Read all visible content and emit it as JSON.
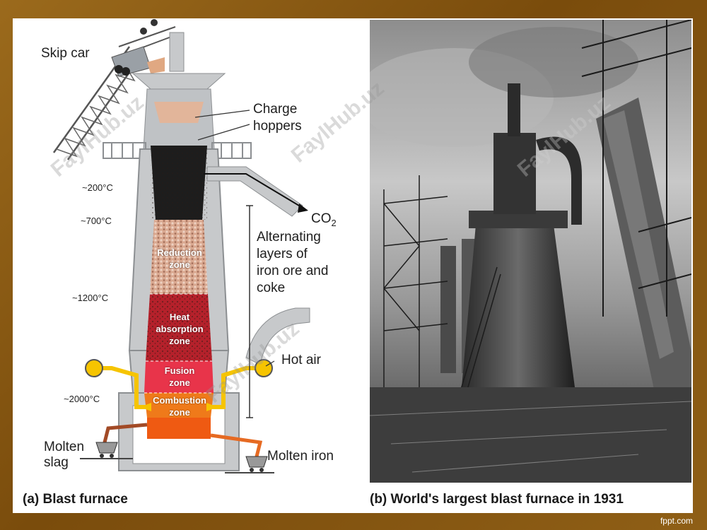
{
  "diagram": {
    "labels": {
      "skip_car": "Skip car",
      "charge_hoppers": "Charge\nhoppers",
      "co2": "CO",
      "co2_sub": "2",
      "alternating": "Alternating\nlayers of\niron ore and\ncoke",
      "hot_air": "Hot air",
      "molten_slag": "Molten\nslag",
      "molten_iron": "Molten iron"
    },
    "temperatures": [
      "~200°C",
      "~700°C",
      "~1200°C",
      "~2000°C"
    ],
    "zones": [
      {
        "name": "Reduction\nzone"
      },
      {
        "name": "Heat\nabsorption\nzone"
      },
      {
        "name": "Fusion\nzone"
      },
      {
        "name": "Combustion\nzone"
      }
    ],
    "colors": {
      "frame": "#8a5a12",
      "furnace_gray": "#c7c9cb",
      "reduction": "#d9a890",
      "heat": "#b5212b",
      "fusion": "#e8344a",
      "combustion": "#ef7a1a",
      "molten": "#a24a26",
      "pipe_yellow": "#f6c400"
    }
  },
  "captions": {
    "left": "(a) Blast furnace",
    "right": "(b) World's largest blast furnace in 1931"
  },
  "watermark": "FaylHub.uz",
  "brand": "fppt.com"
}
